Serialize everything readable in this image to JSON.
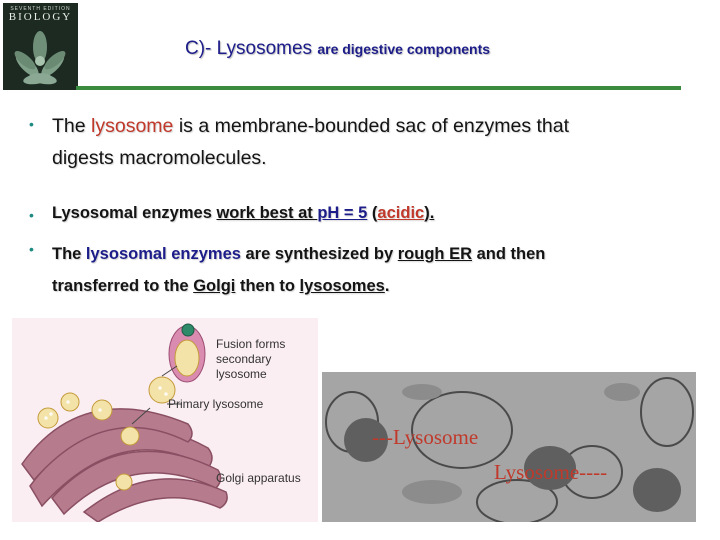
{
  "logo": {
    "line1": "SEVENTH EDITION",
    "line2": "BIOLOGY"
  },
  "title": {
    "main": "C)- Lysosomes",
    "sub": "are digestive components"
  },
  "bullets": [
    {
      "a": "The ",
      "b": "lysosome",
      "c": " is a membrane-bounded sac of enzymes that",
      "d": "digests macromolecules."
    },
    {
      "a": "Lysosomal enzymes ",
      "b": "work best at ",
      "c": "pH = 5",
      "d": " (",
      "e": "acidic",
      "f": ")."
    },
    {
      "a": "The ",
      "b": "lysosomal enzymes",
      "c": " are synthesized by ",
      "d": "rough ER",
      "e": " and then",
      "f": "transferred to the ",
      "g": "Golgi",
      "h": " then to ",
      "i": "lysosomes",
      "j": "."
    }
  ],
  "diagram": {
    "label_fusion": [
      "Fusion forms",
      "secondary",
      "lysosome"
    ],
    "label_primary": "Primary lysosome",
    "label_golgi": "Golgi apparatus"
  },
  "micrograph": {
    "label1": "---Lysosome",
    "label2": "Lysosome----"
  },
  "colors": {
    "title": "#1d1d8a",
    "rule": "#3a8b3f",
    "highlight": "#c0392b",
    "bullet": "#1f8a82"
  }
}
